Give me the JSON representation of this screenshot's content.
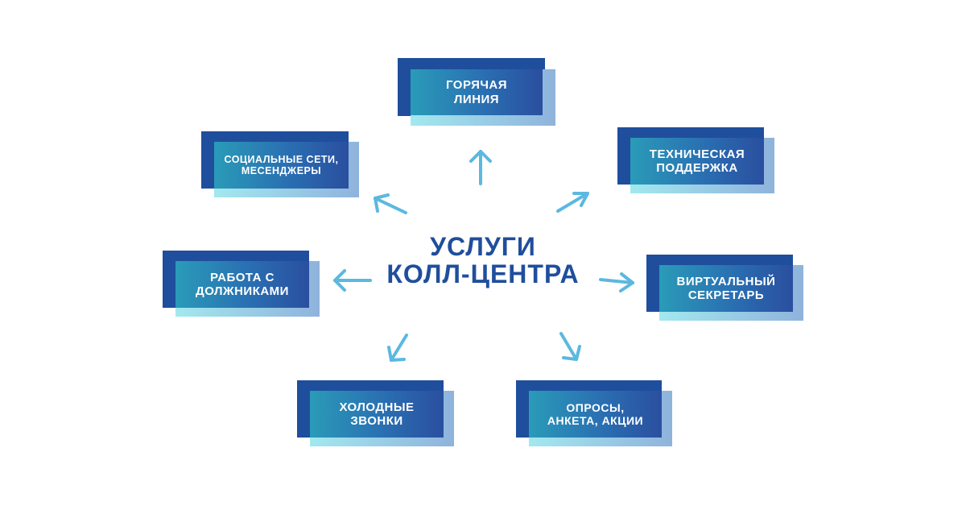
{
  "center": {
    "line1": "УСЛУГИ",
    "line2": "КОЛЛ-ЦЕНТРА"
  },
  "services": {
    "hotline": "ГОРЯЧАЯ\nЛИНИЯ",
    "tech_support": "ТЕХНИЧЕСКАЯ\nПОДДЕРЖКА",
    "virtual_secretary": "ВИРТУАЛЬНЫЙ\nСЕКРЕТАРЬ",
    "surveys": "ОПРОСЫ,\nАНКЕТА, АКЦИИ",
    "cold_calls": "ХОЛОДНЫЕ\nЗВОНКИ",
    "debtors": "РАБОТА С\nДОЛЖНИКАМИ",
    "social": "СОЦИАЛЬНЫЕ СЕТИ,\nМЕСЕНДЖЕРЫ"
  },
  "colors": {
    "dark_blue": "#1f4e9c",
    "arrow": "#5bb8e0",
    "face_start": "#2a9bb8",
    "face_end": "#2a4f9f",
    "shadow_start": "#a3e8ef",
    "shadow_end": "#8fb3dc"
  }
}
